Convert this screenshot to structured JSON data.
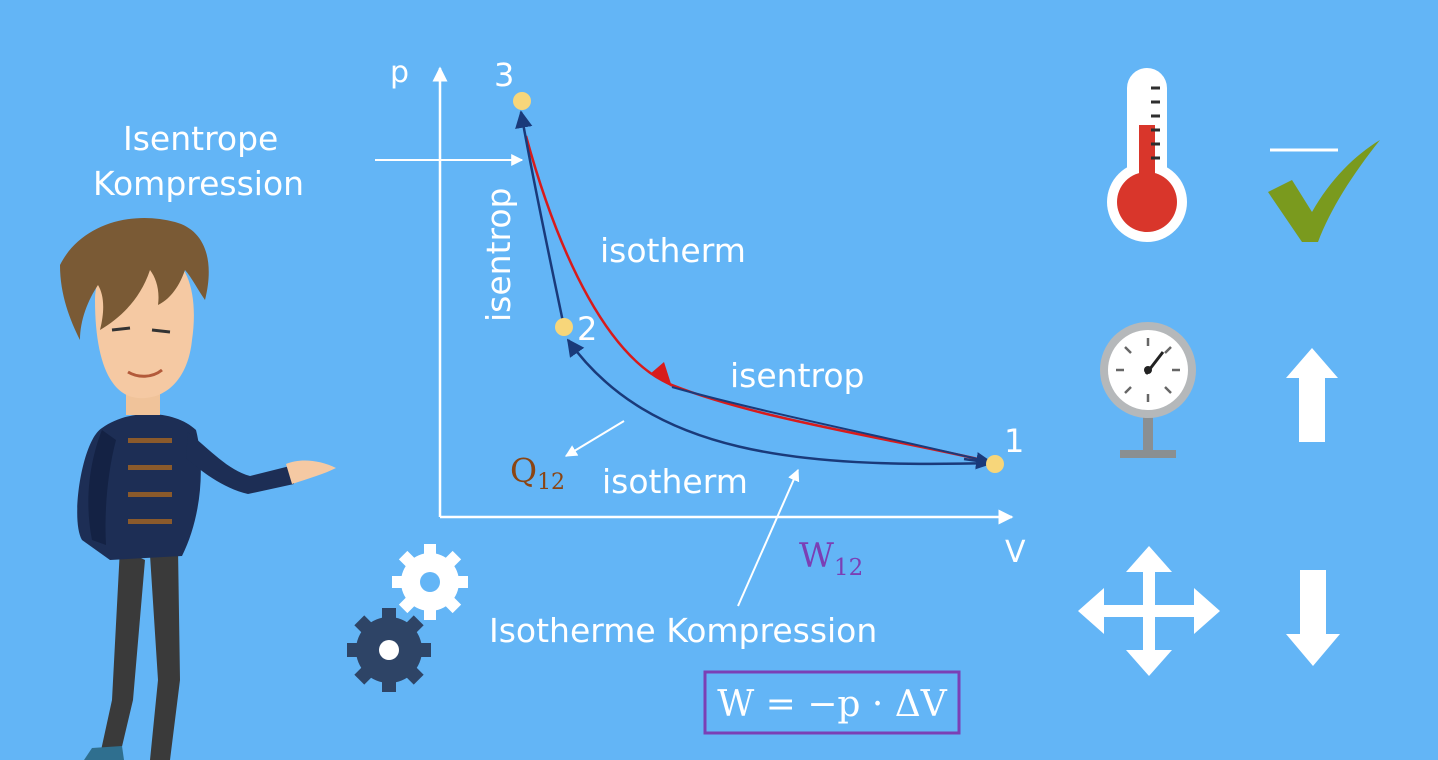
{
  "axes": {
    "y_label": "p",
    "x_label": "V"
  },
  "points": [
    {
      "id": "1",
      "label": "1"
    },
    {
      "id": "2",
      "label": "2"
    },
    {
      "id": "3",
      "label": "3"
    }
  ],
  "curve_labels": {
    "isotherm_upper": "isotherm",
    "isentrop_lower": "isentrop",
    "isentrop_vertical": "isentrop",
    "isotherm_bottom": "isotherm"
  },
  "annotations": {
    "isentrope_line1": "Isentrope",
    "isentrope_line2": "Kompression",
    "isotherme": "Isotherme Kompression"
  },
  "quantities": {
    "heat_base": "Q",
    "heat_sub": "12",
    "work_base": "W",
    "work_sub": "12"
  },
  "formula": {
    "text": "W = −p · ΔV"
  },
  "colors": {
    "background": "#63b5f6",
    "heat": "#8b4513",
    "work": "#7b3fb5",
    "formula_border": "#7b3fb5",
    "red_curve": "#d81b1b",
    "blue_curve": "#1a3a7a",
    "point": "#f7d67a",
    "check": "#7a9a1e"
  },
  "icons": [
    "thermometer-icon",
    "checkmark-icon",
    "pressure-gauge-icon",
    "arrow-up-icon",
    "expand-arrows-icon",
    "arrow-down-icon",
    "gears-icon"
  ]
}
